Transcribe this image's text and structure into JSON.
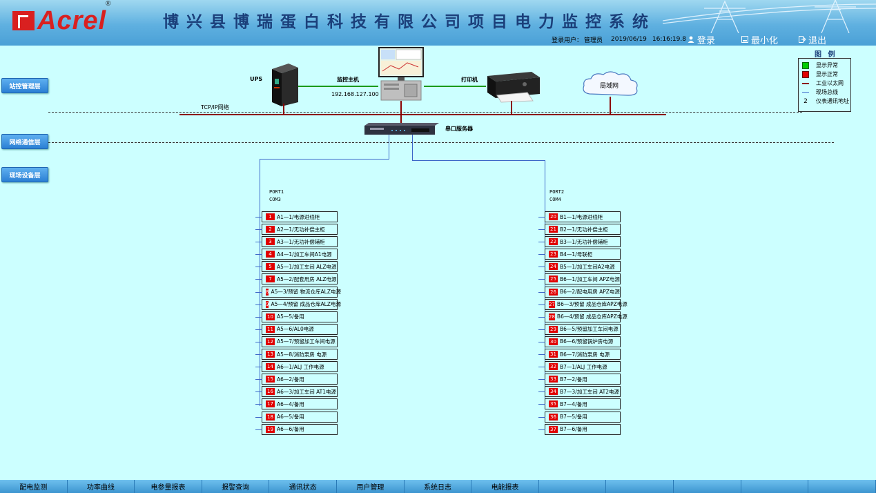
{
  "header": {
    "brand": "Acrel",
    "registered_mark": "®",
    "title": "博兴县博瑞蛋白科技有限公司项目电力监控系统",
    "user_label": "登录用户：",
    "user_name": "管理员",
    "date": "2019/06/19",
    "time": "16:16:19.8",
    "login_label": "登录",
    "minimize_label": "最小化",
    "exit_label": "退出"
  },
  "layers": {
    "station": "站控管理层",
    "network": "网络通信层",
    "field": "现场设备层"
  },
  "topology": {
    "ups_label": "UPS",
    "host_label": "监控主机",
    "host_ip": "192.168.127.100",
    "printer_label": "打印机",
    "lan_label": "局域网",
    "tcpip_label": "TCP/IP网络",
    "serial_server_label": "串口服务器"
  },
  "legend": {
    "title": "图 例",
    "items": [
      {
        "icon": "green-square-icon",
        "label": "显示异常",
        "color": "#00cc00"
      },
      {
        "icon": "red-square-icon",
        "label": "显示正常",
        "color": "#e00000"
      },
      {
        "icon": "ethernet-line-icon",
        "label": "工业以太网",
        "color": "#8b0000"
      },
      {
        "icon": "fieldbus-line-icon",
        "label": "现场总线",
        "color": "#3a66c8"
      },
      {
        "icon": "address-number",
        "symbol": "2",
        "label": "仪表通讯地址"
      }
    ]
  },
  "ports": [
    {
      "port": "PORT1",
      "com": "COM3",
      "devices": [
        {
          "id": "1",
          "name": "A1—1/电源进线柜"
        },
        {
          "id": "2",
          "name": "A2—1/无功补偿主柜"
        },
        {
          "id": "3",
          "name": "A3—1/无功补偿辅柜"
        },
        {
          "id": "4",
          "name": "A4—1/加工车间A1电源"
        },
        {
          "id": "5",
          "name": "A5—1/加工车间 ALZ电源"
        },
        {
          "id": "7",
          "name": "A5—2/配套用房 ALZ电源"
        },
        {
          "id": "8",
          "name": "A5—3/预留 物流仓库ALZ电源"
        },
        {
          "id": "9",
          "name": "A5—4/预留 成品仓库ALZ电源"
        },
        {
          "id": "10",
          "name": "A5—5/备用"
        },
        {
          "id": "11",
          "name": "A5—6/AL0电源"
        },
        {
          "id": "12",
          "name": "A5—7/预留加工车间电源"
        },
        {
          "id": "13",
          "name": "A5—8/消防泵房 电源"
        },
        {
          "id": "14",
          "name": "A6—1/ALJ 工作电源"
        },
        {
          "id": "15",
          "name": "A6—2/备用"
        },
        {
          "id": "16",
          "name": "A6—3/加工车间 AT1电源"
        },
        {
          "id": "17",
          "name": "A6—4/备用"
        },
        {
          "id": "18",
          "name": "A6—5/备用"
        },
        {
          "id": "19",
          "name": "A6—6/备用"
        }
      ]
    },
    {
      "port": "PORT2",
      "com": "COM4",
      "devices": [
        {
          "id": "20",
          "name": "B1—1/电源进线柜"
        },
        {
          "id": "21",
          "name": "B2—1/无功补偿主柜"
        },
        {
          "id": "22",
          "name": "B3—1/无功补偿辅柜"
        },
        {
          "id": "23",
          "name": "B4—1/母联柜"
        },
        {
          "id": "24",
          "name": "B5—1/加工车间A2电源"
        },
        {
          "id": "25",
          "name": "B6—1/加工车间 APZ电源"
        },
        {
          "id": "26",
          "name": "B6—2/配电用房 APZ电源"
        },
        {
          "id": "27",
          "name": "B6—3/预留 成品仓库APZ电源"
        },
        {
          "id": "28",
          "name": "B6—4/预留 成品仓库APZ电源"
        },
        {
          "id": "29",
          "name": "B6—5/预留加工车间电源"
        },
        {
          "id": "30",
          "name": "B6—6/预留锅炉房电源"
        },
        {
          "id": "31",
          "name": "B6—7/消防泵房 电源"
        },
        {
          "id": "32",
          "name": "B7—1/ALJ 工作电源"
        },
        {
          "id": "33",
          "name": "B7—2/备用"
        },
        {
          "id": "34",
          "name": "B7—3/加工车间 AT2电源"
        },
        {
          "id": "35",
          "name": "B7—4/备用"
        },
        {
          "id": "36",
          "name": "B7—5/备用"
        },
        {
          "id": "37",
          "name": "B7—6/备用"
        }
      ]
    }
  ],
  "nav": [
    "配电监测",
    "功率曲线",
    "电参量报表",
    "报警查询",
    "通讯状态",
    "用户管理",
    "系统日志",
    "电能报表",
    "",
    "",
    "",
    "",
    ""
  ]
}
